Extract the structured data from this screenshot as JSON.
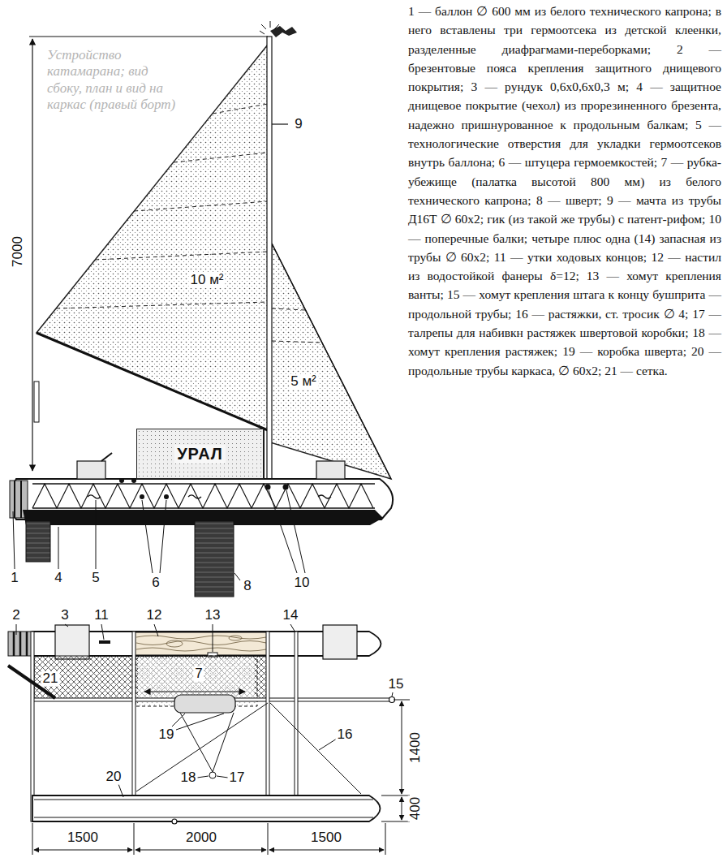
{
  "diagram": {
    "nodes": [
      {
        "text": [
          "УРАЛ"
        ]
      }
    ],
    "labels": [
      "Устройство катамарана; вид сбоку, план и вид на каркас (правый борт)",
      "1 — баллон ∅ 600 мм из белого технического капрона; в него вставлены три гермоотсека из детской клеенки, разделенные диафрагмами-переборками; 2 — брезентовые пояса крепления защитного днищевого покрытия; 3 — рундук 0,6x0,6x0,3 м; 4 — защитное днищевое покрытие (чехол) из прорезиненного брезента, надежно пришнурованное к продольным балкам; 5 — технологические отверстия для укладки гермоотсеков внутрь баллона; 6 — штуцера гермоемкостей; 7 — рубка-убежище (палатка высотой 800 мм) из белого технического капрона; 8 — шверт; 9 — мачта из трубы Д16Т ∅ 60x2; гик (из такой же трубы) с патент-рифом; 10 — поперечные балки; четыре плюс одна (14) запасная из трубы ∅ 60x2; 11 — утки ходовых концов; 12 — настил из водостойкой фанеры δ=12; 13 — хомут крепления ванты; 15 — хомут крепления штага к концу бушприта — продольной трубы; 16 — растяжки, ст. тросик ∅ 4; 17 — талрепы для набивкн растяжек швертовой коробки; 18 — хомут крепления растяжек; 19 — коробка шверта; 20 — продольные трубы каркаса, ∅ 60x2; 21 — сетка.",
      "7000",
      "10 м²",
      "5 м²",
      "9",
      "1",
      "4",
      "5",
      "6",
      "8",
      "10",
      "2",
      "3",
      "11",
      "12",
      "13",
      "14",
      "21",
      "7",
      "15",
      "19",
      "17",
      "18",
      "16",
      "20",
      "1400",
      "400",
      "1500",
      "2000",
      "1500"
    ]
  }
}
